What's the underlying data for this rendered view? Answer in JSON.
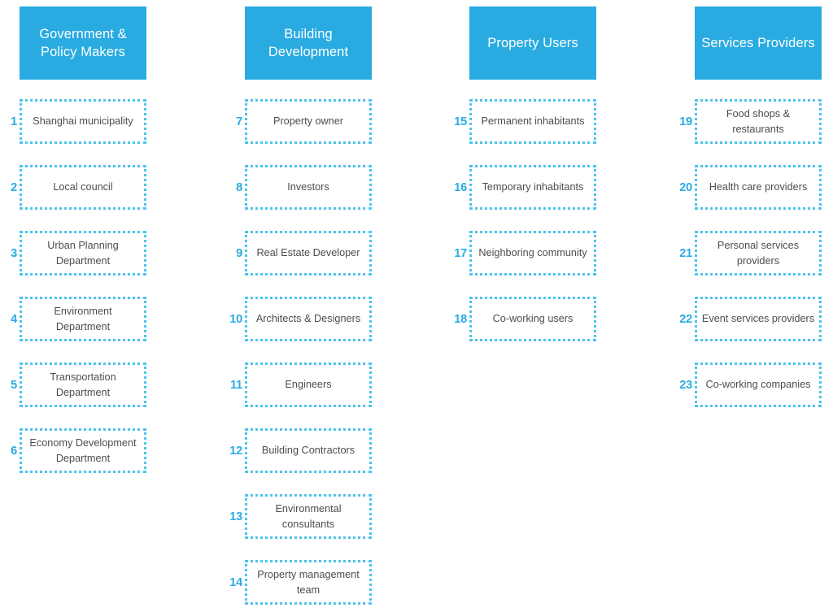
{
  "diagram": {
    "accent_color": "#29abe2",
    "box_border_color": "#4cc3ec",
    "label_color": "#4d4d4d",
    "header_text_color": "#ffffff",
    "background_color": "#ffffff"
  },
  "columns": [
    {
      "id": "government-policy-makers",
      "header": "Government &\nPolicy Makers",
      "items": [
        {
          "number": "1",
          "label": "Shanghai municipality"
        },
        {
          "number": "2",
          "label": "Local council"
        },
        {
          "number": "3",
          "label": "Urban Planning\nDepartment"
        },
        {
          "number": "4",
          "label": "Environment\nDepartment"
        },
        {
          "number": "5",
          "label": "Transportation\nDepartment"
        },
        {
          "number": "6",
          "label": "Economy Development\nDepartment"
        }
      ]
    },
    {
      "id": "building-development",
      "header": "Building\nDevelopment",
      "items": [
        {
          "number": "7",
          "label": "Property owner"
        },
        {
          "number": "8",
          "label": "Investors"
        },
        {
          "number": "9",
          "label": "Real Estate Developer"
        },
        {
          "number": "10",
          "label": "Architects & Designers"
        },
        {
          "number": "11",
          "label": "Engineers"
        },
        {
          "number": "12",
          "label": "Building Contractors"
        },
        {
          "number": "13",
          "label": "Environmental\nconsultants"
        },
        {
          "number": "14",
          "label": "Property management\nteam"
        }
      ]
    },
    {
      "id": "property-users",
      "header": "Property Users",
      "items": [
        {
          "number": "15",
          "label": "Permanent inhabitants"
        },
        {
          "number": "16",
          "label": "Temporary inhabitants"
        },
        {
          "number": "17",
          "label": "Neighboring community"
        },
        {
          "number": "18",
          "label": "Co-working users"
        }
      ]
    },
    {
      "id": "services-providers",
      "header": "Services Providers",
      "items": [
        {
          "number": "19",
          "label": "Food shops &\nrestaurants"
        },
        {
          "number": "20",
          "label": "Health care providers"
        },
        {
          "number": "21",
          "label": "Personal services\nproviders"
        },
        {
          "number": "22",
          "label": "Event services providers"
        },
        {
          "number": "23",
          "label": "Co-working companies"
        }
      ]
    }
  ]
}
